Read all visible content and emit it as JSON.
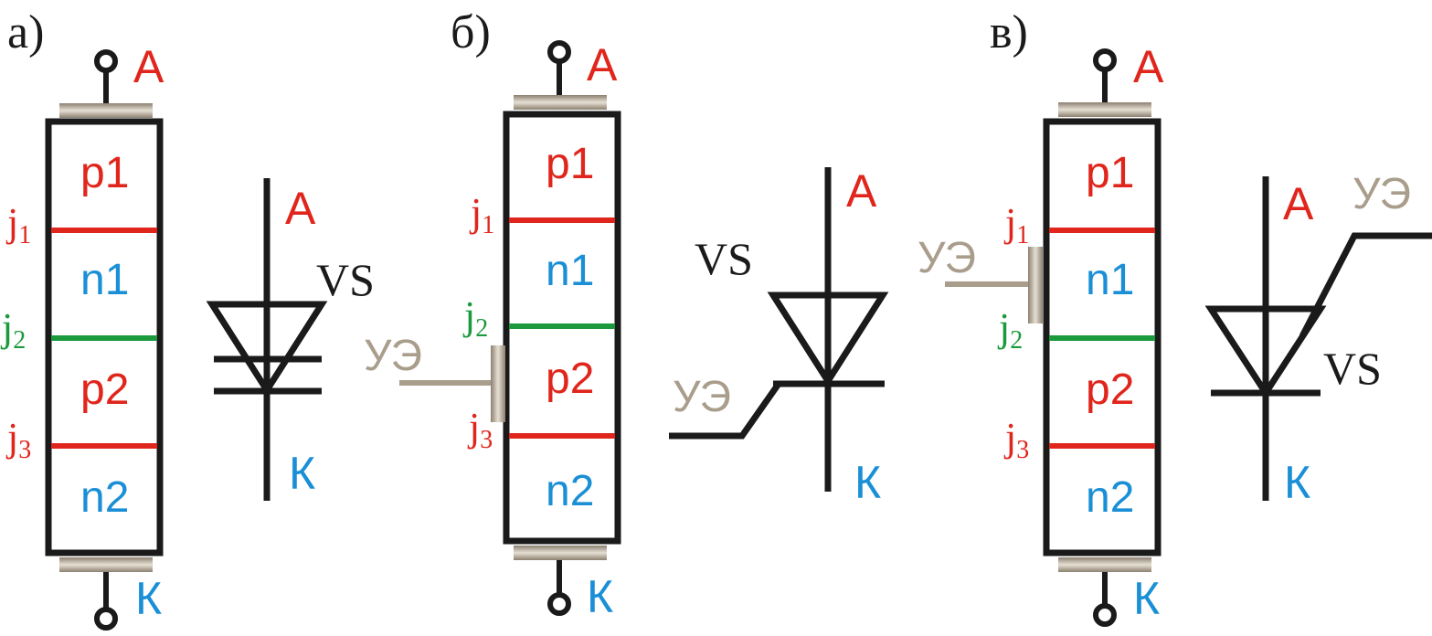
{
  "panels": [
    {
      "letter": "а)",
      "anode": "A",
      "cathode": "К",
      "layers": [
        "p1",
        "n1",
        "p2",
        "n2"
      ],
      "junctions": [
        {
          "j": "j",
          "sub": "1"
        },
        {
          "j": "j",
          "sub": "2"
        },
        {
          "j": "j",
          "sub": "3"
        }
      ],
      "symbol": {
        "name": "VS",
        "anode": "A",
        "cathode": "К"
      }
    },
    {
      "letter": "б)",
      "anode": "A",
      "cathode": "К",
      "layers": [
        "p1",
        "n1",
        "p2",
        "n2"
      ],
      "junctions": [
        {
          "j": "j",
          "sub": "1"
        },
        {
          "j": "j",
          "sub": "2"
        },
        {
          "j": "j",
          "sub": "3"
        }
      ],
      "gate": "УЭ",
      "symbol": {
        "name": "VS",
        "anode": "A",
        "cathode": "К",
        "gate": "УЭ"
      }
    },
    {
      "letter": "в)",
      "anode": "A",
      "cathode": "К",
      "layers": [
        "p1",
        "n1",
        "p2",
        "n2"
      ],
      "junctions": [
        {
          "j": "j",
          "sub": "1"
        },
        {
          "j": "j",
          "sub": "2"
        },
        {
          "j": "j",
          "sub": "3"
        }
      ],
      "gate": "УЭ",
      "symbol": {
        "name": "VS",
        "anode": "A",
        "cathode": "К",
        "gate": "УЭ"
      }
    }
  ],
  "colors": {
    "p_layer": "#e0261c",
    "n_layer": "#1a8fd6",
    "junction_mid": "#1a9a3c",
    "contact": "#a99d8c",
    "outline": "#1a1a1a"
  }
}
